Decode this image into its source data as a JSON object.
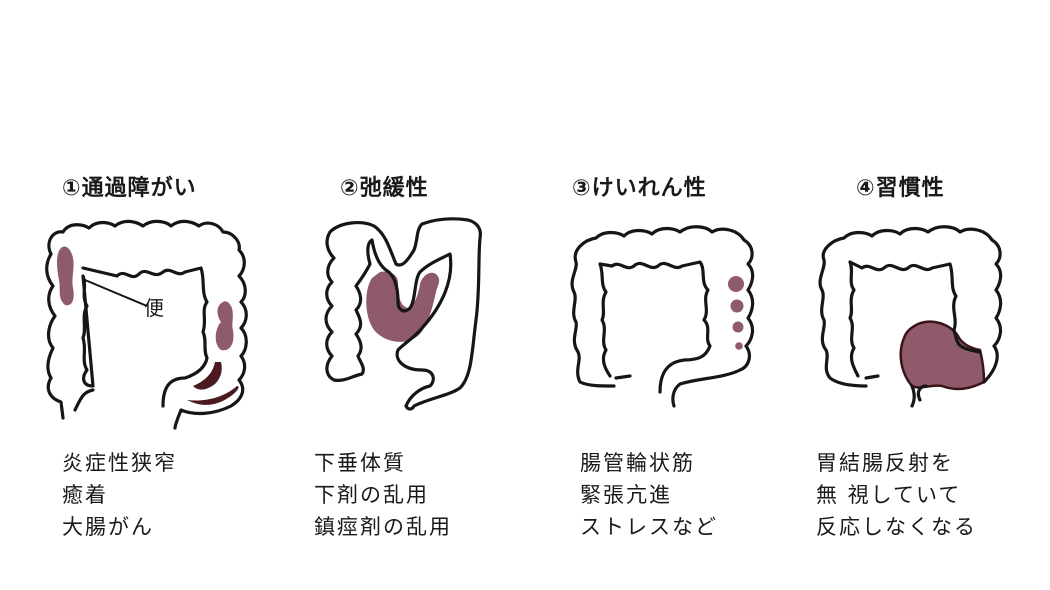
{
  "colors": {
    "stool": "#8f5a69",
    "stool_dark": "#4a1a20",
    "outline": "#161616",
    "text": "#1a1a1a"
  },
  "panels": [
    {
      "number": "①",
      "title": "①通過障がい",
      "annotation": "便",
      "causes": [
        "炎症性狭窄",
        "癒着",
        "大腸がん"
      ]
    },
    {
      "number": "②",
      "title": "②弛緩性",
      "causes": [
        "下垂体質",
        "下剤の乱用",
        "鎮痙剤の乱用"
      ]
    },
    {
      "number": "③",
      "title": "③けいれん性",
      "causes": [
        "腸管輪状筋",
        "緊張亢進",
        "ストレスなど"
      ]
    },
    {
      "number": "④",
      "title": "④習慣性",
      "causes": [
        "胃結腸反射を",
        "無 視していて",
        "反応しなくなる"
      ]
    }
  ]
}
